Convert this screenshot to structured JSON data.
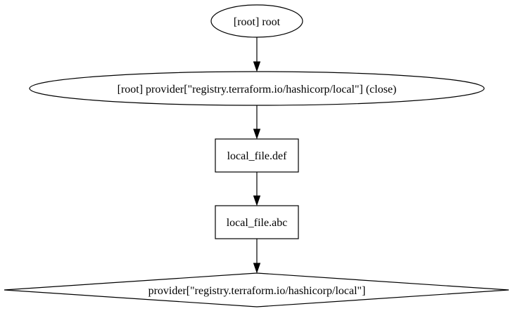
{
  "diagram": {
    "nodes": [
      {
        "id": "root",
        "shape": "ellipse",
        "label": "[root] root"
      },
      {
        "id": "provider-close",
        "shape": "ellipse",
        "label": "[root] provider[\"registry.terraform.io/hashicorp/local\"] (close)"
      },
      {
        "id": "local-file-def",
        "shape": "box",
        "label": "local_file.def"
      },
      {
        "id": "local-file-abc",
        "shape": "box",
        "label": "local_file.abc"
      },
      {
        "id": "provider",
        "shape": "diamond",
        "label": "provider[\"registry.terraform.io/hashicorp/local\"]"
      }
    ],
    "edges": [
      {
        "from": "root",
        "to": "provider-close"
      },
      {
        "from": "provider-close",
        "to": "local-file-def"
      },
      {
        "from": "local-file-def",
        "to": "local-file-abc"
      },
      {
        "from": "local-file-abc",
        "to": "provider"
      }
    ]
  }
}
